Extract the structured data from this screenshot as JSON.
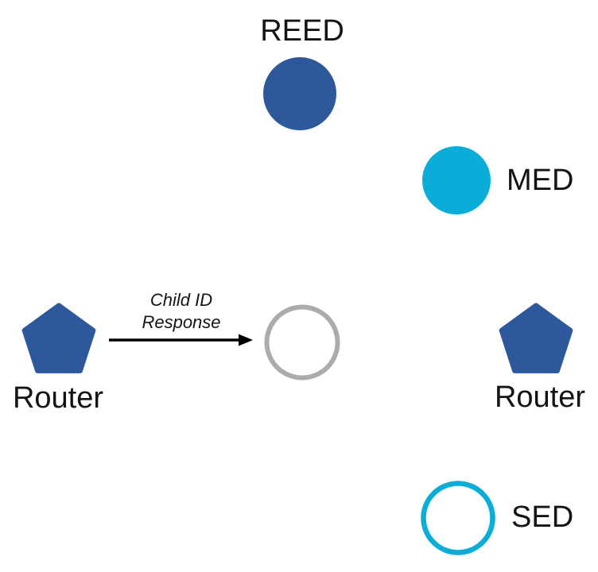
{
  "diagram": {
    "background_color": "#ffffff",
    "text_color": "#141414",
    "nodes": {
      "reed": {
        "label": "REED",
        "shape": "filled-circle",
        "color": "#2D589B"
      },
      "med": {
        "label": "MED",
        "shape": "filled-circle",
        "color": "#0AADD8"
      },
      "joiner": {
        "label": "",
        "shape": "outlined-circle",
        "color": "#ABABAB"
      },
      "router_left": {
        "label": "Router",
        "shape": "pentagon",
        "color": "#2D589B"
      },
      "router_right": {
        "label": "Router",
        "shape": "pentagon",
        "color": "#2D589B"
      },
      "sed": {
        "label": "SED",
        "shape": "outlined-circle",
        "color": "#0AADD8"
      }
    },
    "message_arrow": {
      "label_lines": [
        "Child ID",
        "Response"
      ],
      "color": "#000000",
      "from": "router_left",
      "to": "joiner"
    }
  }
}
